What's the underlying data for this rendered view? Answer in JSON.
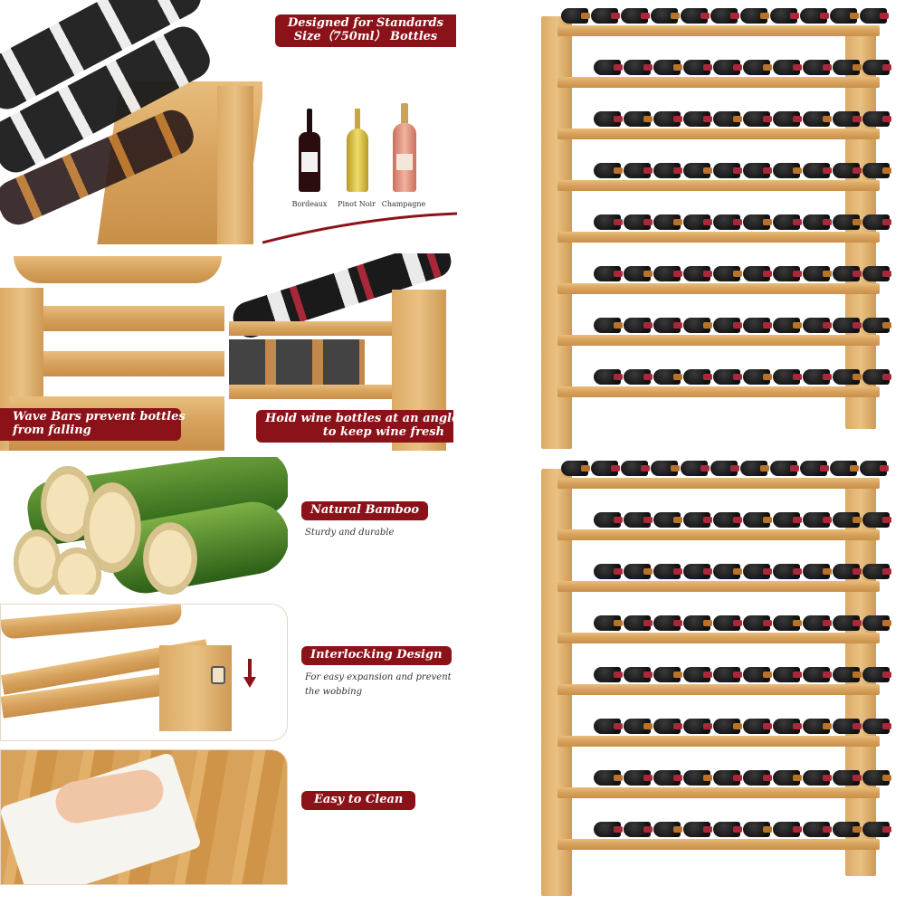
{
  "panels": {
    "standards": {
      "title_line1": "Designed for Standards",
      "title_line2": "Size（750ml） Bottles",
      "bottles": [
        "Bordeaux",
        "Pinot Noir",
        "Champagne"
      ]
    },
    "wave": {
      "label_line1": "Wave Bars prevent bottles",
      "label_line2": "from falling"
    },
    "angle": {
      "label_line1": "Hold wine bottles at an angle",
      "label_line2": "to keep wine fresh"
    },
    "bamboo": {
      "title": "Natural Bamboo",
      "caption": "Sturdy and durable"
    },
    "interlock": {
      "title": "Interlocking Design",
      "caption_line1": "For easy expansion and prevent",
      "caption_line2": "the wobbing"
    },
    "clean": {
      "title": "Easy to Clean"
    }
  },
  "colors": {
    "badge": "#8b1219",
    "wood": "#d9a862",
    "bamboo": "#3f7a1f"
  },
  "icons": [
    "arrow-down-icon",
    "bottle-icon"
  ]
}
